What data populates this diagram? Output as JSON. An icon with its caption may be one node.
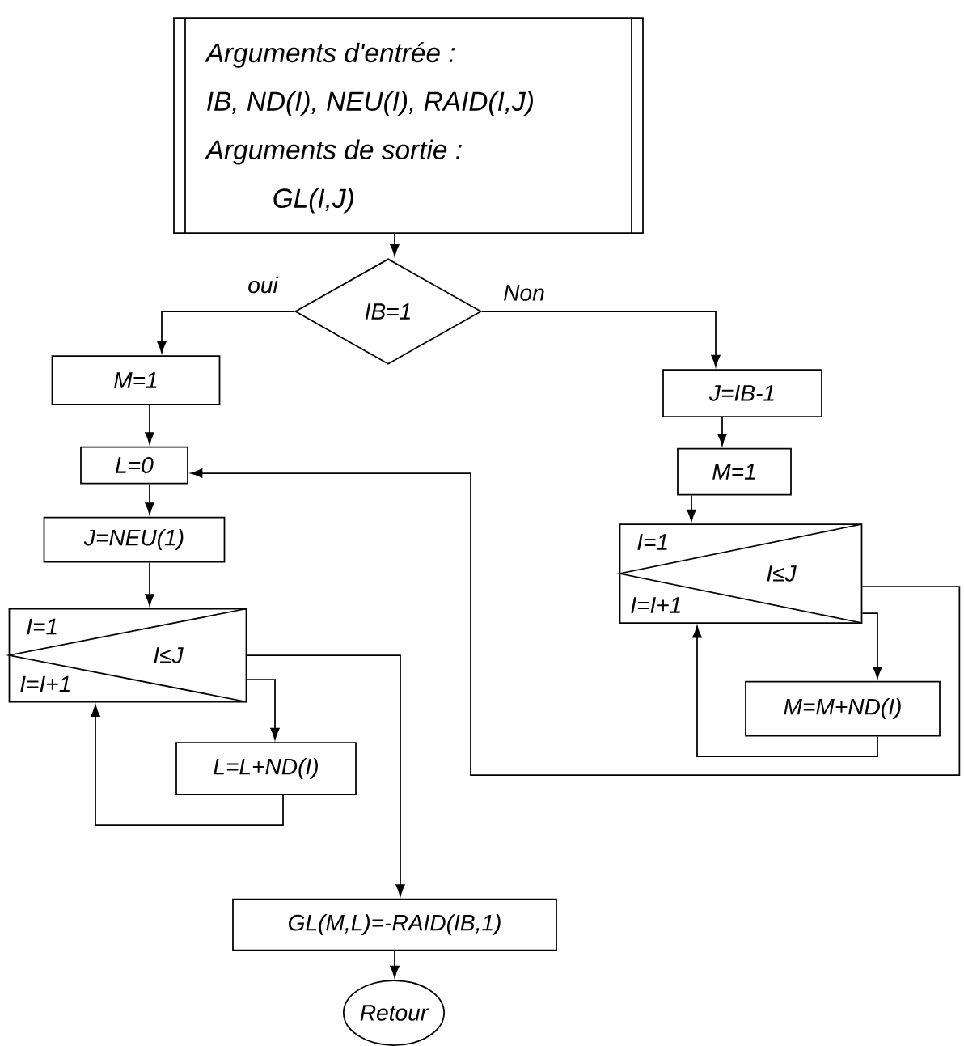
{
  "diagram": {
    "nodes": [
      {
        "text": [
          "Arguments d'entrée :",
          "IB, ND(I), NEU(I), RAID(I,J)",
          "Arguments de sortie :",
          "GL(I,J)"
        ]
      },
      {
        "text": [
          "IB=1"
        ]
      },
      {
        "text": [
          "M=1"
        ]
      },
      {
        "text": [
          "L=0"
        ]
      },
      {
        "text": [
          "J=NEU(1)"
        ]
      },
      {
        "text": [
          "I=1",
          "I≤J",
          "I=I+1"
        ]
      },
      {
        "text": [
          "L=L+ND(I)"
        ]
      },
      {
        "text": [
          "J=IB-1"
        ]
      },
      {
        "text": [
          "M=1"
        ]
      },
      {
        "text": [
          "I=1",
          "I≤J",
          "I=I+1"
        ]
      },
      {
        "text": [
          "M=M+ND(I)"
        ]
      },
      {
        "text": [
          "GL(M,L)=-RAID(IB,1)"
        ]
      },
      {
        "text": [
          "Retour"
        ]
      }
    ],
    "edges": [
      {
        "from": 0,
        "to": 1,
        "arrow": "to"
      },
      {
        "from": 1,
        "to": 2,
        "arrow": "to",
        "label": "oui"
      },
      {
        "from": 1,
        "to": 7,
        "arrow": "to",
        "label": "Non"
      },
      {
        "from": 2,
        "to": 3,
        "arrow": "to"
      },
      {
        "from": 3,
        "to": 4,
        "arrow": "to"
      },
      {
        "from": 4,
        "to": 5,
        "arrow": "to"
      },
      {
        "from": 5,
        "to": 6,
        "arrow": "to"
      },
      {
        "from": 6,
        "to": 5,
        "arrow": "to"
      },
      {
        "from": 5,
        "to": 11,
        "arrow": "to"
      },
      {
        "from": 7,
        "to": 8,
        "arrow": "to"
      },
      {
        "from": 8,
        "to": 9,
        "arrow": "to"
      },
      {
        "from": 9,
        "to": 10,
        "arrow": "to"
      },
      {
        "from": 10,
        "to": 9,
        "arrow": "to"
      },
      {
        "from": 9,
        "to": 3,
        "arrow": "to"
      },
      {
        "from": 11,
        "to": 12,
        "arrow": "to"
      }
    ]
  }
}
